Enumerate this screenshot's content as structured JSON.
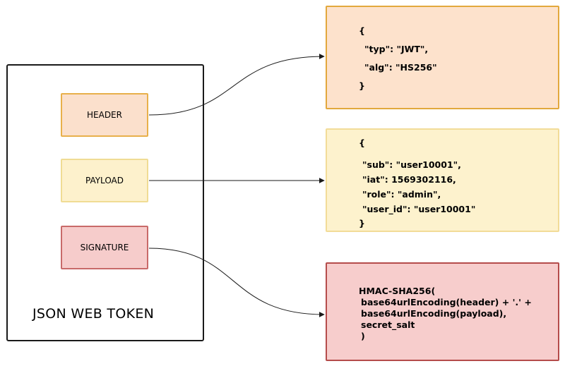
{
  "jwt": {
    "title": "JSON WEB TOKEN",
    "parts": {
      "header": "HEADER",
      "payload": "PAYLOAD",
      "signature": "SIGNATURE"
    }
  },
  "details": {
    "header": [
      "{",
      "\"typ\": \"JWT\",",
      "\"alg\": \"HS256\"",
      "}"
    ],
    "payload": [
      "{",
      "\"sub\": \"user10001\",",
      "\"iat\": 1569302116,",
      "\"role\": \"admin\",",
      "\"user_id\": \"user10001\"",
      "}"
    ],
    "signature": [
      "HMAC-SHA256(",
      "base64urlEncoding(header) + '.' +",
      "base64urlEncoding(payload),",
      "secret_salt",
      ")"
    ]
  },
  "colors": {
    "header_fill": "#fbe0cc",
    "header_stroke": "#e8b04a",
    "payload_fill": "#fdf1cc",
    "payload_stroke": "#f0dc94",
    "signature_fill": "#f6cccb",
    "signature_stroke": "#c86a69",
    "connector": "#1a1a1a"
  }
}
